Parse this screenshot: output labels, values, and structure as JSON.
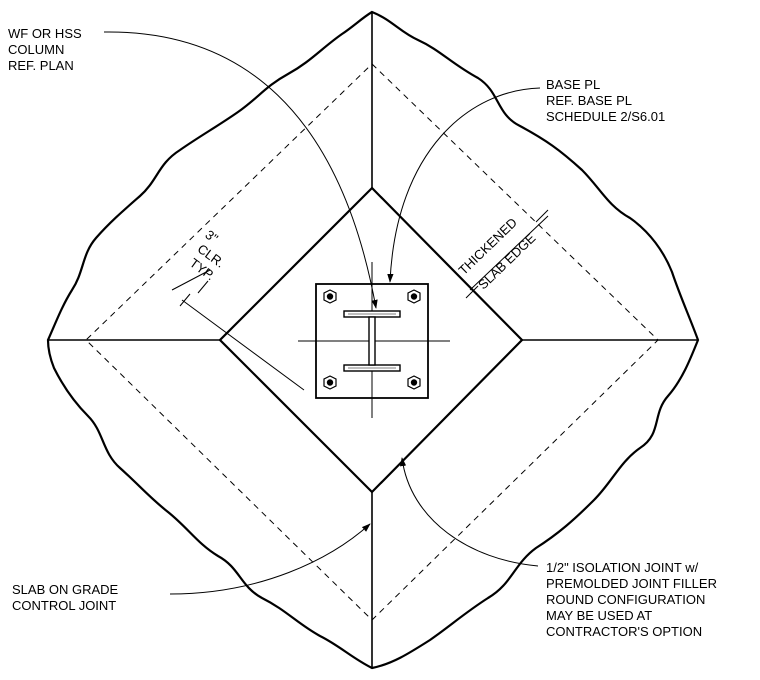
{
  "labels": {
    "column_line1": "WF OR HSS",
    "column_line2": "COLUMN",
    "column_line3": "REF. PLAN",
    "base_line1": "BASE PL",
    "base_line2": "REF. BASE PL",
    "base_line3": "SCHEDULE 2/S6.01",
    "clear_line1": "3\"",
    "clear_line2": "CLR.",
    "clear_line3": "TYP.",
    "slab_line1": "THICKENED",
    "slab_line2": "SLAB EDGE",
    "control_line1": "SLAB ON GRADE",
    "control_line2": "CONTROL JOINT",
    "isolation_line1": "1/2\" ISOLATION JOINT w/",
    "isolation_line2": "PREMOLDED JOINT FILLER",
    "isolation_line3": "ROUND CONFIGURATION",
    "isolation_line4": "MAY BE USED AT",
    "isolation_line5": "CONTRACTOR'S OPTION"
  }
}
